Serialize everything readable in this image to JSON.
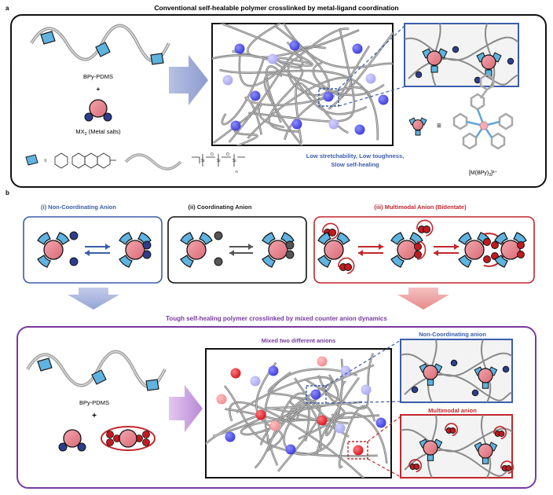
{
  "panel_a": {
    "letter": "a",
    "title": "Conventional self-healable polymer crosslinked by metal-ligand coordination",
    "polymer_label": "BPy-PDMS",
    "plus": "+",
    "salt_label_pre": "MX",
    "salt_label_sub": "2",
    "salt_label_post": " (Metal salts)",
    "properties": {
      "line1": "Low stretchability, Low toughness,",
      "line2": "Slow self-healing"
    },
    "equiv": "≡",
    "complex_label_pre": "[M(BPy)",
    "complex_label_sub": "3",
    "complex_label_post": "]²⁺",
    "structure_chars": {
      "si": "Si",
      "o": "O",
      "n": "n"
    }
  },
  "panel_b": {
    "letter": "b",
    "anions": [
      {
        "title": "(i) Non-Coordinating Anion",
        "color": "#3a5dab"
      },
      {
        "title": "(ii) Coordinating Anion",
        "color": "#222222"
      },
      {
        "title": "(iii) Multimodal Anion (Bidentate)",
        "color": "#c0282d"
      }
    ],
    "bottom_title": "Tough self-healing polymer crosslinked by mixed counter anion dynamics",
    "polymer_label": "BPy-PDMS",
    "plus": "+",
    "network_title": "Mixed two different anions",
    "zoom_top_label": "Non-Coordinating anion",
    "zoom_bottom_label": "Multimodal anion"
  },
  "colors": {
    "blue_frame": "#3a5dab",
    "red_frame": "#c0282d",
    "purple_frame": "#7a3a9e",
    "purple_text": "#7a3a9e",
    "blue_text": "#3a5dab",
    "metal": "#e8868f",
    "ligand": "#5fb3e0",
    "node_blue": "#5b5be8",
    "node_red": "#e8333a"
  }
}
